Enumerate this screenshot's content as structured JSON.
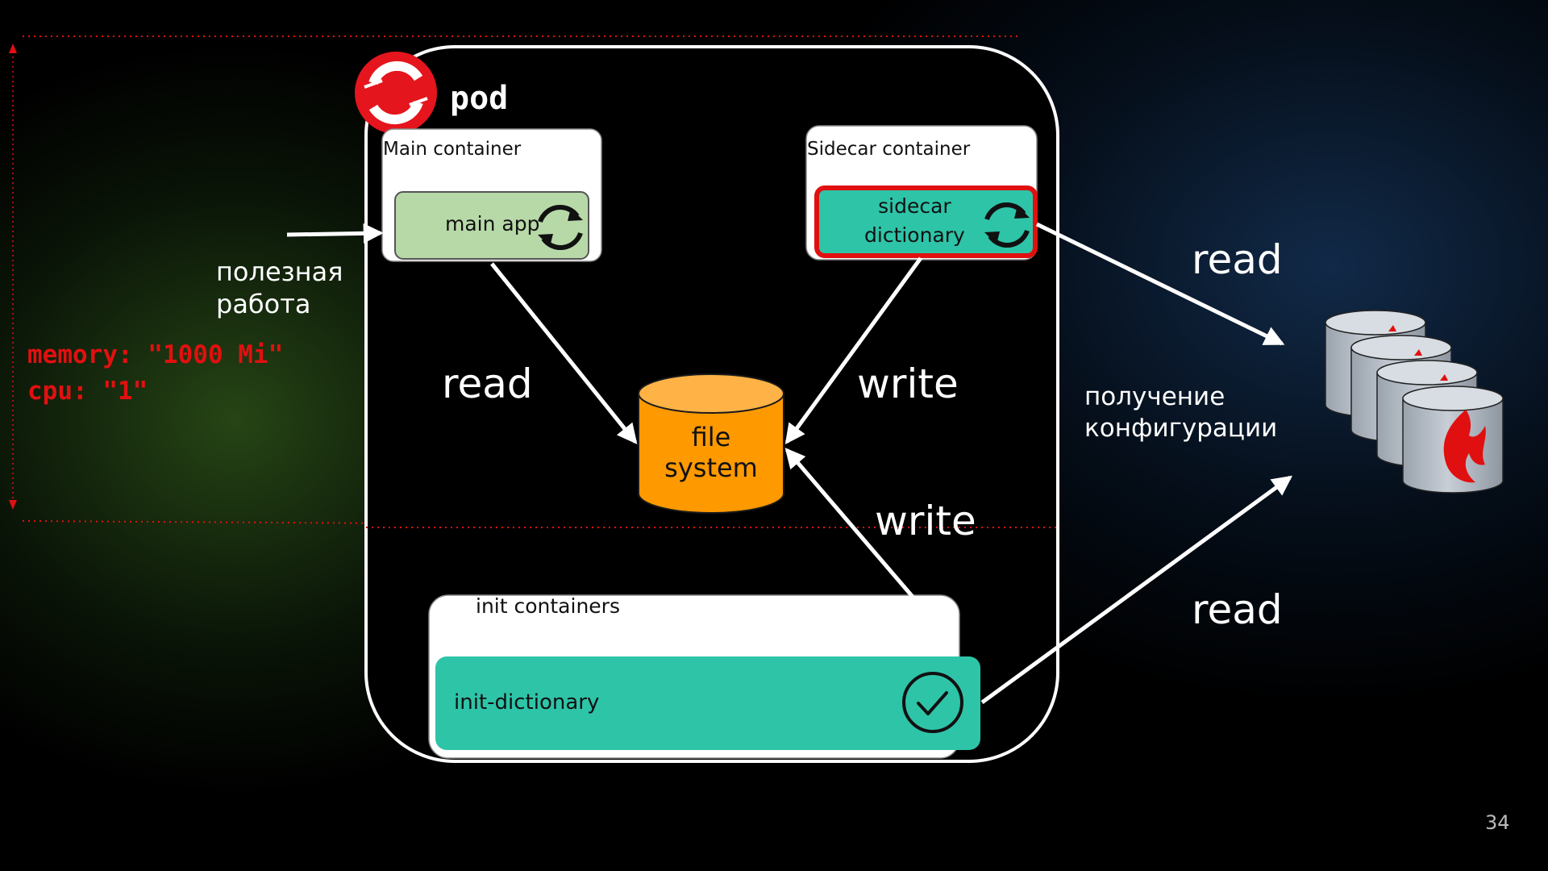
{
  "pod": {
    "title": "pod"
  },
  "main_container": {
    "title": "Main container",
    "app_label": "main app"
  },
  "sidecar_container": {
    "title": "Sidecar container",
    "app_label": "sidecar\ndictionary"
  },
  "file_system": {
    "label": "file\nsystem"
  },
  "init_containers": {
    "title": "init containers",
    "item_label": "init-dictionary"
  },
  "edges": {
    "main_read": "read",
    "sidecar_write": "write",
    "init_write": "write",
    "sidecar_read": "read",
    "init_read": "read"
  },
  "useful_work_label": "полезная\nработа",
  "config_fetch_label": "получение\nконфигурации",
  "resources": {
    "memory": "memory: \"1000 Mi\"",
    "cpu": "cpu: \"1\""
  },
  "page_number": "34",
  "icons": [
    "openshift-logo-icon",
    "refresh-icon",
    "check-circle-icon",
    "database-cluster-icon",
    "flame-icon"
  ],
  "colors": {
    "main_app_fill": "#b7d9a8",
    "sidecar_fill": "#2ec4a8",
    "file_system_fill": "#ff9900",
    "limit_red": "#e11010",
    "openshift_red": "#e5151d"
  }
}
